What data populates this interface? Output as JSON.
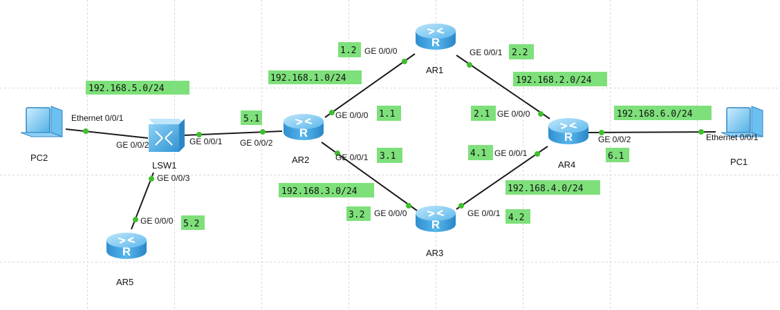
{
  "devices": {
    "pc2": "PC2",
    "lsw1": "LSW1",
    "ar5": "AR5",
    "ar2": "AR2",
    "ar1": "AR1",
    "ar3": "AR3",
    "ar4": "AR4",
    "pc1": "PC1"
  },
  "ports": {
    "pc2_eth": "Ethernet 0/0/1",
    "lsw1_ge002": "GE 0/0/2",
    "lsw1_ge001": "GE 0/0/1",
    "lsw1_ge003": "GE 0/0/3",
    "ar5_ge000": "GE 0/0/0",
    "ar2_ge002": "GE 0/0/2",
    "ar2_ge000": "GE 0/0/0",
    "ar2_ge001": "GE 0/0/1",
    "ar1_ge000": "GE 0/0/0",
    "ar1_ge001": "GE 0/0/1",
    "ar3_ge000": "GE 0/0/0",
    "ar3_ge001": "GE 0/0/1",
    "ar4_ge000": "GE 0/0/0",
    "ar4_ge001": "GE 0/0/1",
    "ar4_ge002": "GE 0/0/2",
    "pc1_eth": "Ethernet 0/0/1"
  },
  "labels": {
    "net_5": "192.168.5.0/24",
    "net_1": "192.168.1.0/24",
    "net_2": "192.168.2.0/24",
    "net_6": "192.168.6.0/24",
    "net_3": "192.168.3.0/24",
    "net_4": "192.168.4.0/24",
    "ip_5_1": "5.1",
    "ip_5_2": "5.2",
    "ip_1_2": "1.2",
    "ip_2_2": "2.2",
    "ip_1_1": "1.1",
    "ip_2_1": "2.1",
    "ip_3_1": "3.1",
    "ip_4_1": "4.1",
    "ip_6_1": "6.1",
    "ip_3_2": "3.2",
    "ip_4_2": "4.2"
  },
  "colors": {
    "label_bg": "#7ee07a",
    "port_dot": "#3fbf2e",
    "router_body": "#39a8e6",
    "link": "#1a1a1a"
  }
}
